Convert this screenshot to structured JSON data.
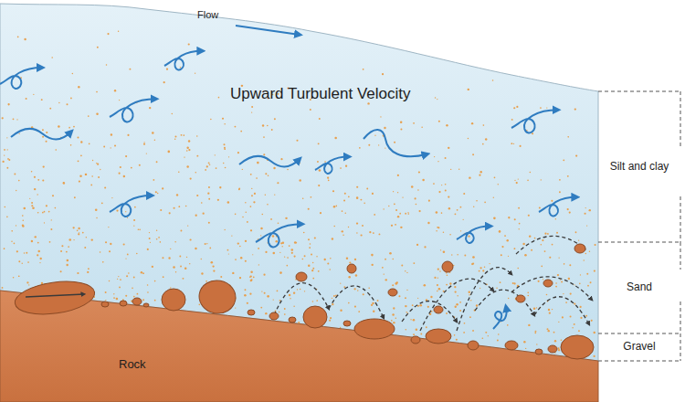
{
  "diagram": {
    "labels": [
      "Flow",
      "Upward Turbulent Velocity",
      "Silt and clay",
      "Sand",
      "Gravel",
      "Rock"
    ]
  }
}
